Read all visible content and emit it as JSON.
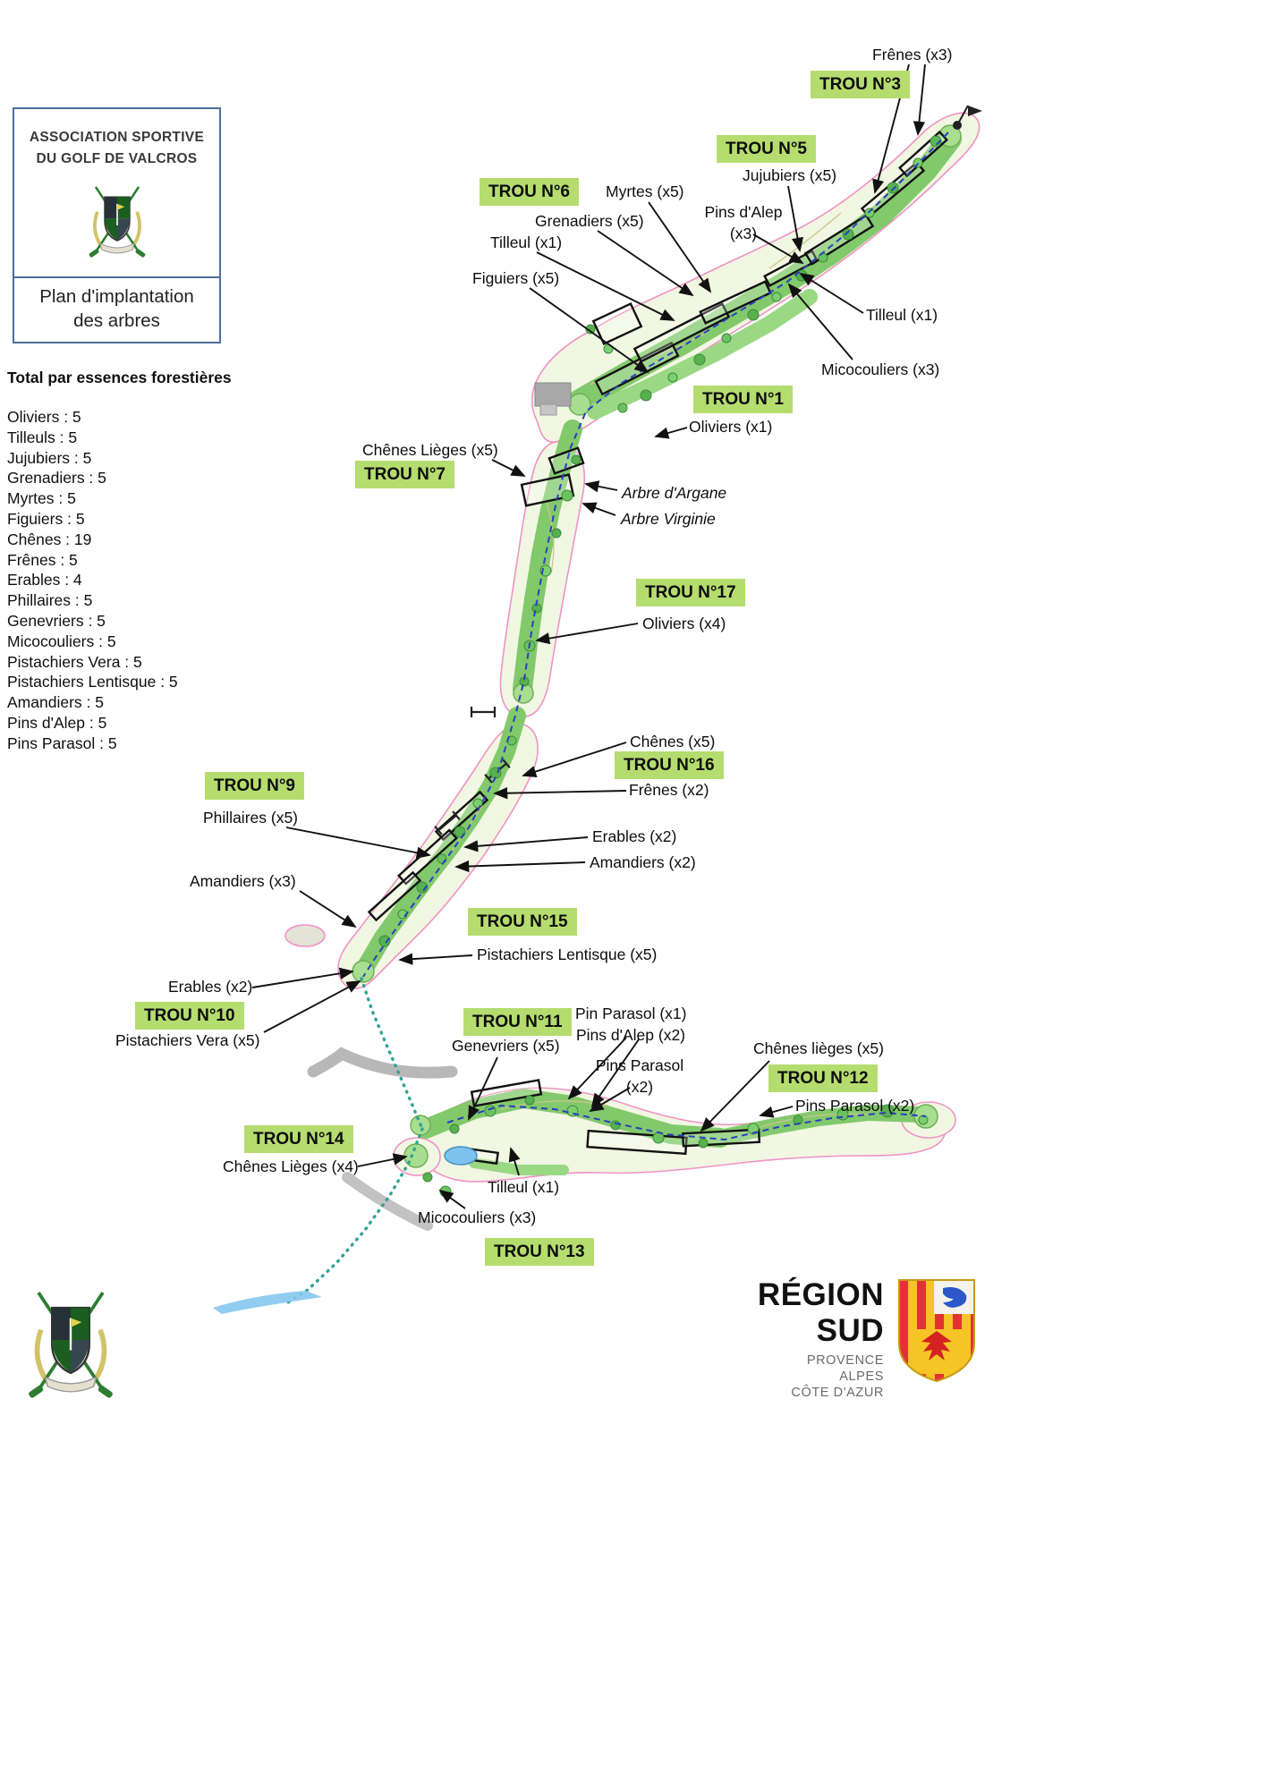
{
  "legend_box": {
    "title_line1": "ASSOCIATION SPORTIVE",
    "title_line2": "DU GOLF DE VALCROS",
    "subtitle_line1": "Plan d'implantation",
    "subtitle_line2": "des arbres"
  },
  "totals": {
    "heading": "Total par essences forestières",
    "items": [
      "Oliviers : 5",
      "Tilleuls : 5",
      "Jujubiers : 5",
      "Grenadiers : 5",
      "Myrtes : 5",
      "Figuiers : 5",
      "Chênes : 19",
      "Frênes : 5",
      "Erables : 4",
      "Phillaires : 5",
      "Genevriers : 5",
      "Micocouliers : 5",
      "Pistachiers Vera : 5",
      "Pistachiers Lentisque : 5",
      "Amandiers : 5",
      "Pins d'Alep : 5",
      "Pins Parasol : 5"
    ]
  },
  "map": {
    "holes": [
      "TROU N°3",
      "TROU N°5",
      "TROU N°6",
      "TROU N°1",
      "TROU N°7",
      "TROU N°17",
      "TROU N°16",
      "TROU N°9",
      "TROU N°15",
      "TROU N°10",
      "TROU N°11",
      "TROU N°12",
      "TROU N°14",
      "TROU N°13"
    ],
    "tree_labels": [
      "Frênes (x3)",
      "Jujubiers (x5)",
      "Pins d'Alep\n(x3)",
      "Myrtes (x5)",
      "Grenadiers (x5)",
      "Tilleul (x1)",
      "Figuiers (x5)",
      "Tilleul (x1)",
      "Micocouliers (x3)",
      "Oliviers (x1)",
      "Chênes Lièges (x5)",
      "Arbre d'Argane",
      "Arbre Virginie",
      "Oliviers (x4)",
      "Chênes (x5)",
      "Frênes (x2)",
      "Erables (x2)",
      "Amandiers (x2)",
      "Phillaires (x5)",
      "Amandiers (x3)",
      "Pistachiers Lentisque (x5)",
      "Erables (x2)",
      "Pistachiers Vera (x5)",
      "Pin Parasol (x1)",
      "Pins d'Alep (x2)",
      "Genevriers (x5)",
      "Pins Parasol\n(x2)",
      "Chênes lièges (x5)",
      "Pins Parasol (x2)",
      "Chênes Lièges (x4)",
      "Tilleul (x1)",
      "Micocouliers (x3)"
    ]
  },
  "region_logo": {
    "name_line1": "RÉGION",
    "name_line2": "SUD",
    "sub_line1": "PROVENCE",
    "sub_line2": "ALPES",
    "sub_line3": "CÔTE D'AZUR"
  },
  "colors": {
    "hole_label_bg": "#b5dc6f",
    "fairway_green": "#82c96b",
    "outline_pink": "#f093c6",
    "path_blue": "#2b3fc0",
    "path_teal": "#2ea395",
    "pond_blue": "#7cc3ef"
  }
}
